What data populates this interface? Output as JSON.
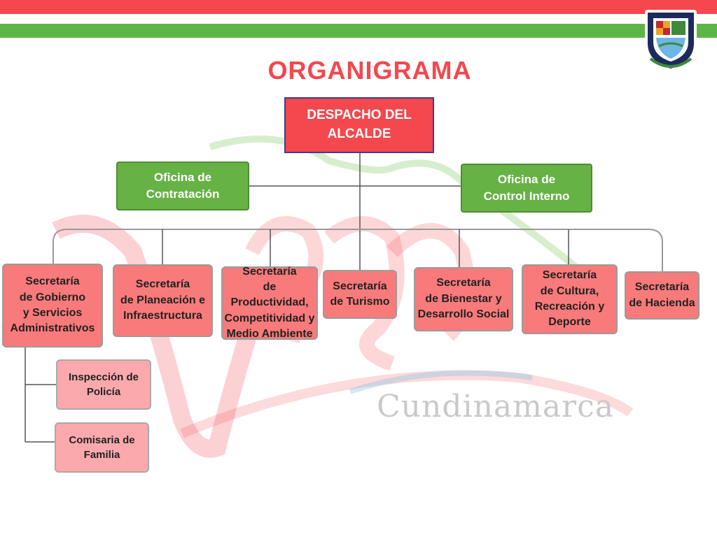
{
  "title": "ORGANIGRAMA",
  "watermark": {
    "text": "Cundinamarca",
    "logo_icon": "vega-watermark-logo"
  },
  "crest": {
    "icon": "municipal-coat-of-arms"
  },
  "nodes": {
    "despacho": "DESPACHO DEL\nALCALDE",
    "contratacion": "Oficina de\nContratación",
    "control_interno": "Oficina de\nControl Interno",
    "gobierno": "Secretaría\nde Gobierno\ny Servicios\nAdministrativos",
    "planeacion": "Secretaría\nde Planeación e\nInfraestructura",
    "productividad": "Secretaría\nde Productividad,\nCompetitividad y\nMedio Ambiente",
    "turismo": "Secretaría\nde Turismo",
    "bienestar": "Secretaría\nde Bienestar y\nDesarrollo Social",
    "cultura": "Secretaría\nde Cultura,\nRecreación y\nDeporte",
    "hacienda": "Secretaría\nde Hacienda",
    "inspeccion": "Inspección de\nPolicía",
    "comisaria": "Comisaria de\nFamilia"
  },
  "colors": {
    "red": "#f4474e",
    "green": "#5db548",
    "secretaria": "#f97a7a",
    "sub_unit": "#fba9ac",
    "root_border": "#3b3f8f"
  }
}
